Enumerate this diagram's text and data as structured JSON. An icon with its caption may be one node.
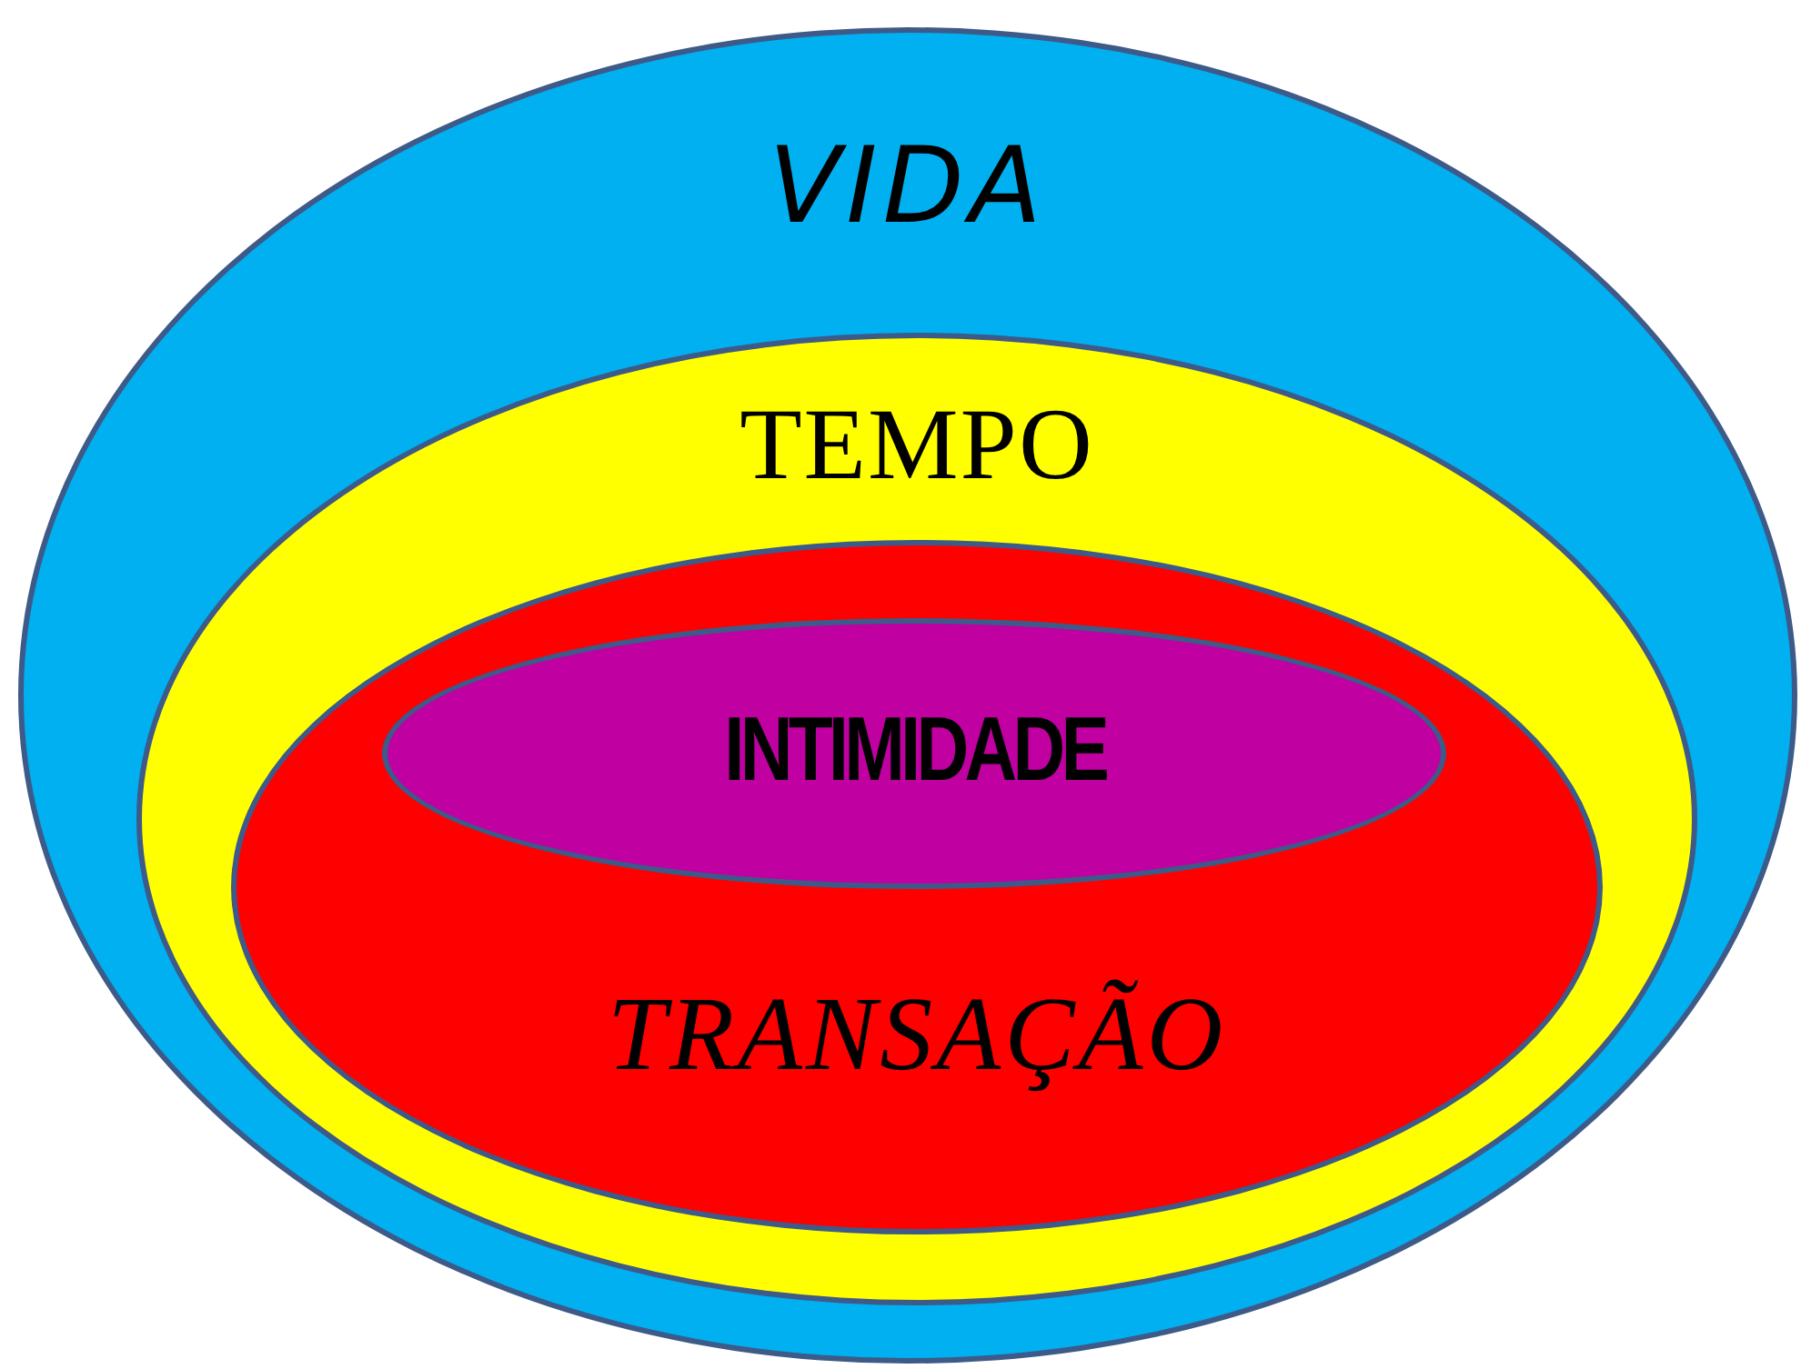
{
  "diagram": {
    "nodes": [
      {
        "text": [
          "VIDA"
        ]
      },
      {
        "text": [
          "TEMPO"
        ],
        "in": 0
      },
      {
        "text": [
          "TRANSAÇÃO"
        ],
        "in": 1
      },
      {
        "text": [
          "INTIMIDADE"
        ],
        "in": 2
      }
    ]
  }
}
